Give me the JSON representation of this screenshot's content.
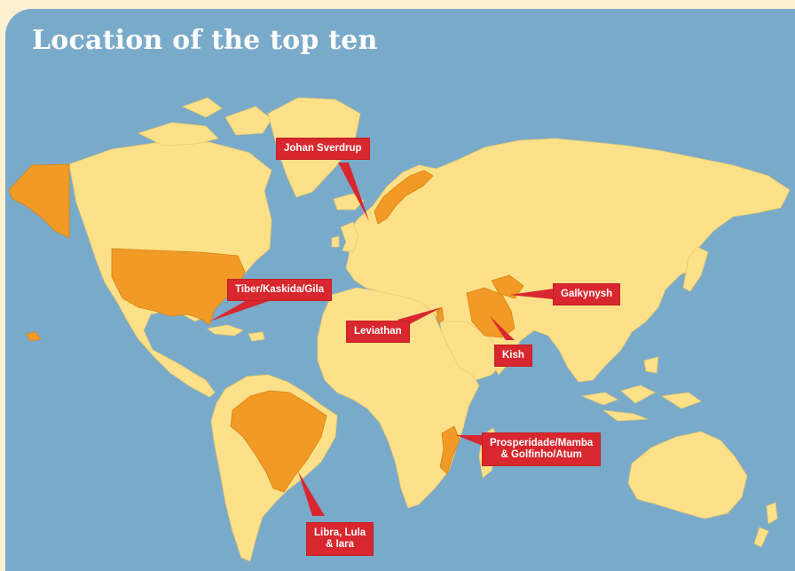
{
  "title": "Location of the top ten",
  "colors": {
    "ocean": "#7aaaca",
    "land": "#fde18a",
    "highlight": "#f19a25",
    "label_bg": "#d8272e",
    "label_text": "#ffffff",
    "page_bg": "#fdf1d2"
  },
  "highlighted_countries": [
    "United States (incl. Alaska)",
    "Brazil",
    "Norway",
    "Iran",
    "Turkmenistan",
    "Israel",
    "Mozambique"
  ],
  "labels": {
    "johan": "Johan Sverdrup",
    "tiber": "Tiber/Kaskida/Gila",
    "galkynysh": "Galkynysh",
    "leviathan": "Leviathan",
    "kish": "Kish",
    "prosperidade_1": "Prosperidade/Mamba",
    "prosperidade_2": "& Golfinho/Atum",
    "libra_1": "Libra, Lula",
    "libra_2": "& Iara"
  }
}
